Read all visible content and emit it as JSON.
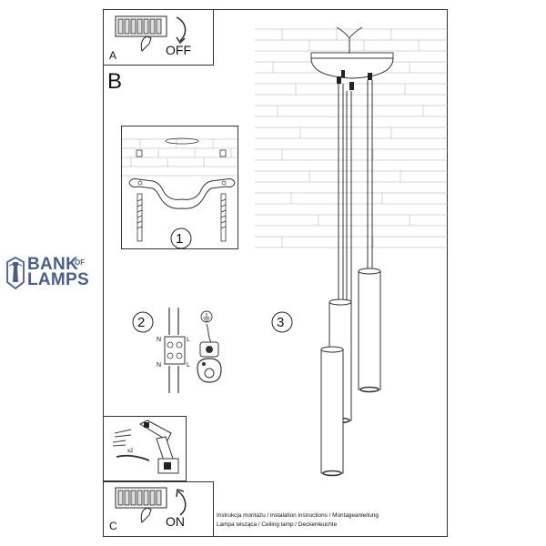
{
  "panel_a": {
    "letter": "A",
    "action": "OFF"
  },
  "section_b": {
    "letter": "B"
  },
  "panel_c": {
    "letter": "C",
    "action": "ON"
  },
  "steps": {
    "step1": "1",
    "step2": "2",
    "step3": "3"
  },
  "wiring": {
    "n_top": "N",
    "l_top": "L",
    "n_bottom": "N",
    "l_bottom": "L"
  },
  "drill": {
    "count": "x2"
  },
  "footer": {
    "line1": "Instrukcja montażu / instalation instructions / Montageanleitung",
    "line2": "Lampa wisząca / Ceiling lamp / Deckenleuchte"
  },
  "watermark": {
    "word1": "BANK",
    "word2": "OF",
    "word3": "LAMPS",
    "color": "#4a5f86"
  }
}
